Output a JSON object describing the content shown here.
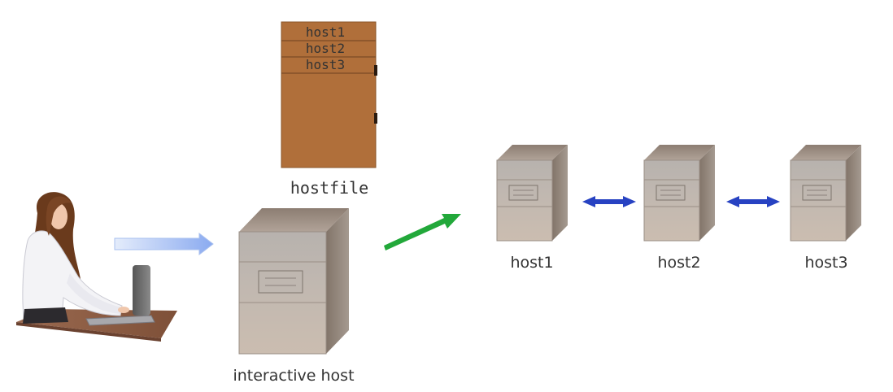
{
  "hostfile": {
    "lines": [
      "host1",
      "host2",
      "host3"
    ],
    "caption": "hostfile",
    "color": "#B06F3A"
  },
  "interactive_host": {
    "caption": "interactive host"
  },
  "hosts": [
    {
      "caption": "host1"
    },
    {
      "caption": "host2"
    },
    {
      "caption": "host3"
    }
  ],
  "colors": {
    "user_arrow": "#9BB8F2",
    "launch_arrow": "#22A83A",
    "link_arrow": "#2742C2",
    "server_front": "#C2B5AA",
    "server_top": "#9E8E82"
  },
  "icons": {
    "user": "person-at-laptop-icon",
    "server": "server-tower-icon",
    "document": "hostfile-document-icon"
  }
}
